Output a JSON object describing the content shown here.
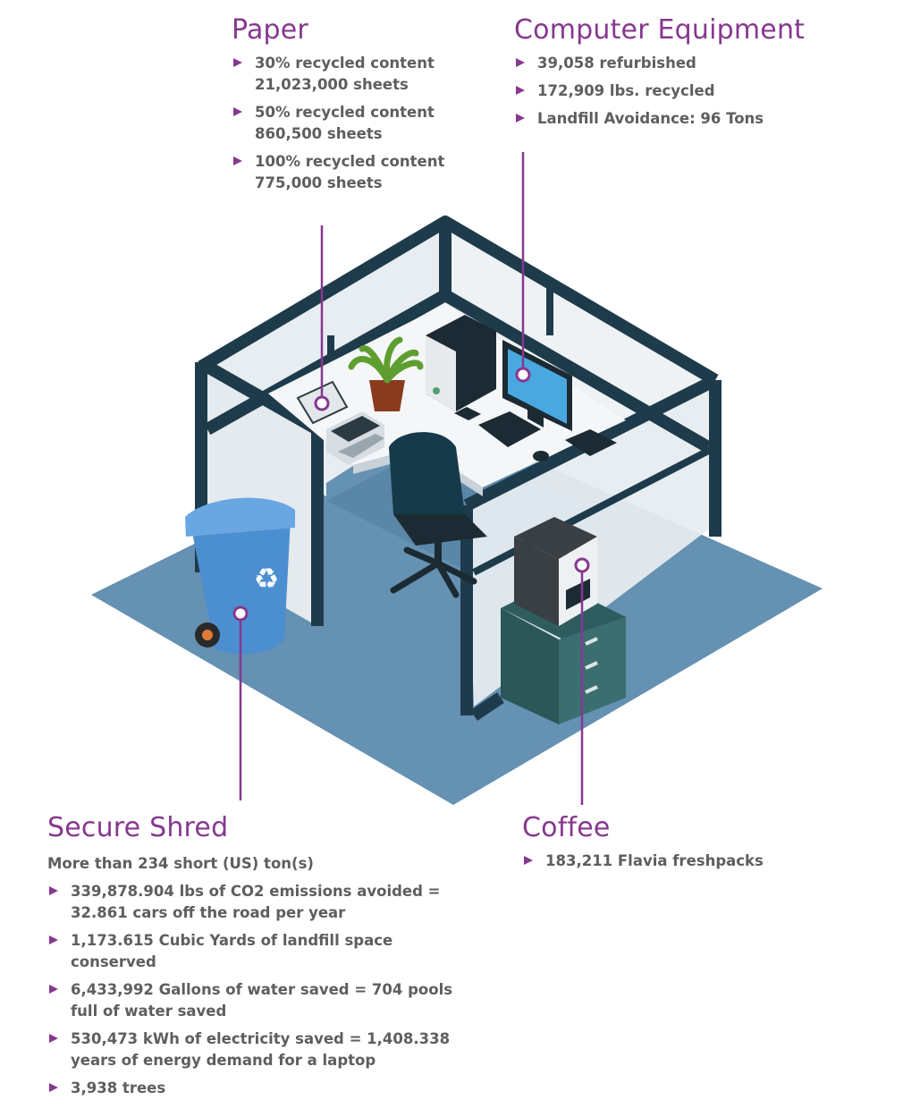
{
  "colors": {
    "accent": "#86388f",
    "floor": "#6591b2",
    "frame": "#1e3b4b",
    "panel": "#e9eef2",
    "text": "#5e5e5e",
    "bin": "#4c8fd1"
  },
  "paper": {
    "title": "Paper",
    "items": [
      {
        "text": "30% recycled content\n21,023,000 sheets"
      },
      {
        "text": "50% recycled content\n860,500 sheets"
      },
      {
        "text": "100% recycled content\n775,000 sheets"
      }
    ]
  },
  "computer": {
    "title": "Computer Equipment",
    "items": [
      {
        "text": "39,058 refurbished"
      },
      {
        "text": "172,909 lbs. recycled"
      },
      {
        "text": "Landfill Avoidance: 96 Tons"
      }
    ]
  },
  "shred": {
    "title": "Secure Shred",
    "lead": "More than 234 short (US) ton(s)",
    "items": [
      {
        "text": "339,878.904 lbs of CO2 emissions avoided =\n32.861 cars off the road per year"
      },
      {
        "text": "1,173.615 Cubic Yards of landfill space\nconserved"
      },
      {
        "text": "6,433,992 Gallons of water saved = 704 pools\nfull of water saved"
      },
      {
        "text": "530,473 kWh of electricity saved = 1,408.338\nyears of energy demand for a laptop"
      },
      {
        "text": "3,938 trees"
      }
    ]
  },
  "coffee": {
    "title": "Coffee",
    "items": [
      {
        "text": "183,211 Flavia freshpacks"
      }
    ]
  }
}
